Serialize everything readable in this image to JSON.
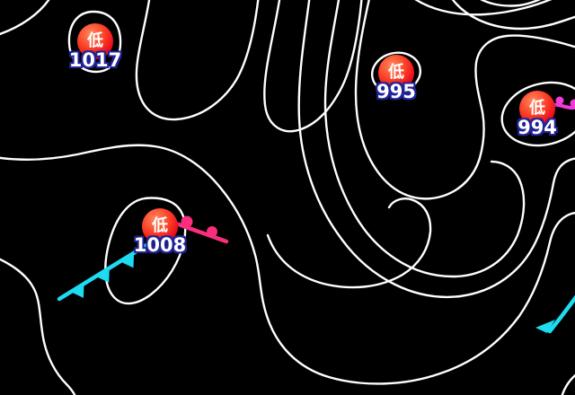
{
  "map": {
    "kind": "surface-pressure-weather-map",
    "background_color": "#000000",
    "isobar_color": "#ffffff",
    "lows": [
      {
        "symbol": "低",
        "pressure": "1017"
      },
      {
        "symbol": "低",
        "pressure": "995"
      },
      {
        "symbol": "低",
        "pressure": "994"
      },
      {
        "symbol": "低",
        "pressure": "1008"
      }
    ],
    "fronts": [
      {
        "type": "warm",
        "color": "#fb2e7d",
        "near_low": "1008"
      },
      {
        "type": "cold",
        "color": "#1ddcf2",
        "near_low": "1008"
      },
      {
        "type": "warm",
        "color": "#f23ad8",
        "near_low": "994"
      },
      {
        "type": "cold",
        "color": "#1ddcf2",
        "near_low": "bottom-right-edge"
      }
    ],
    "marker": {
      "circle_fill": "#ea0a1e",
      "symbol_color": "#ffffff",
      "pressure_text_color": "#ffffff",
      "pressure_text_outline": "#232398"
    }
  }
}
